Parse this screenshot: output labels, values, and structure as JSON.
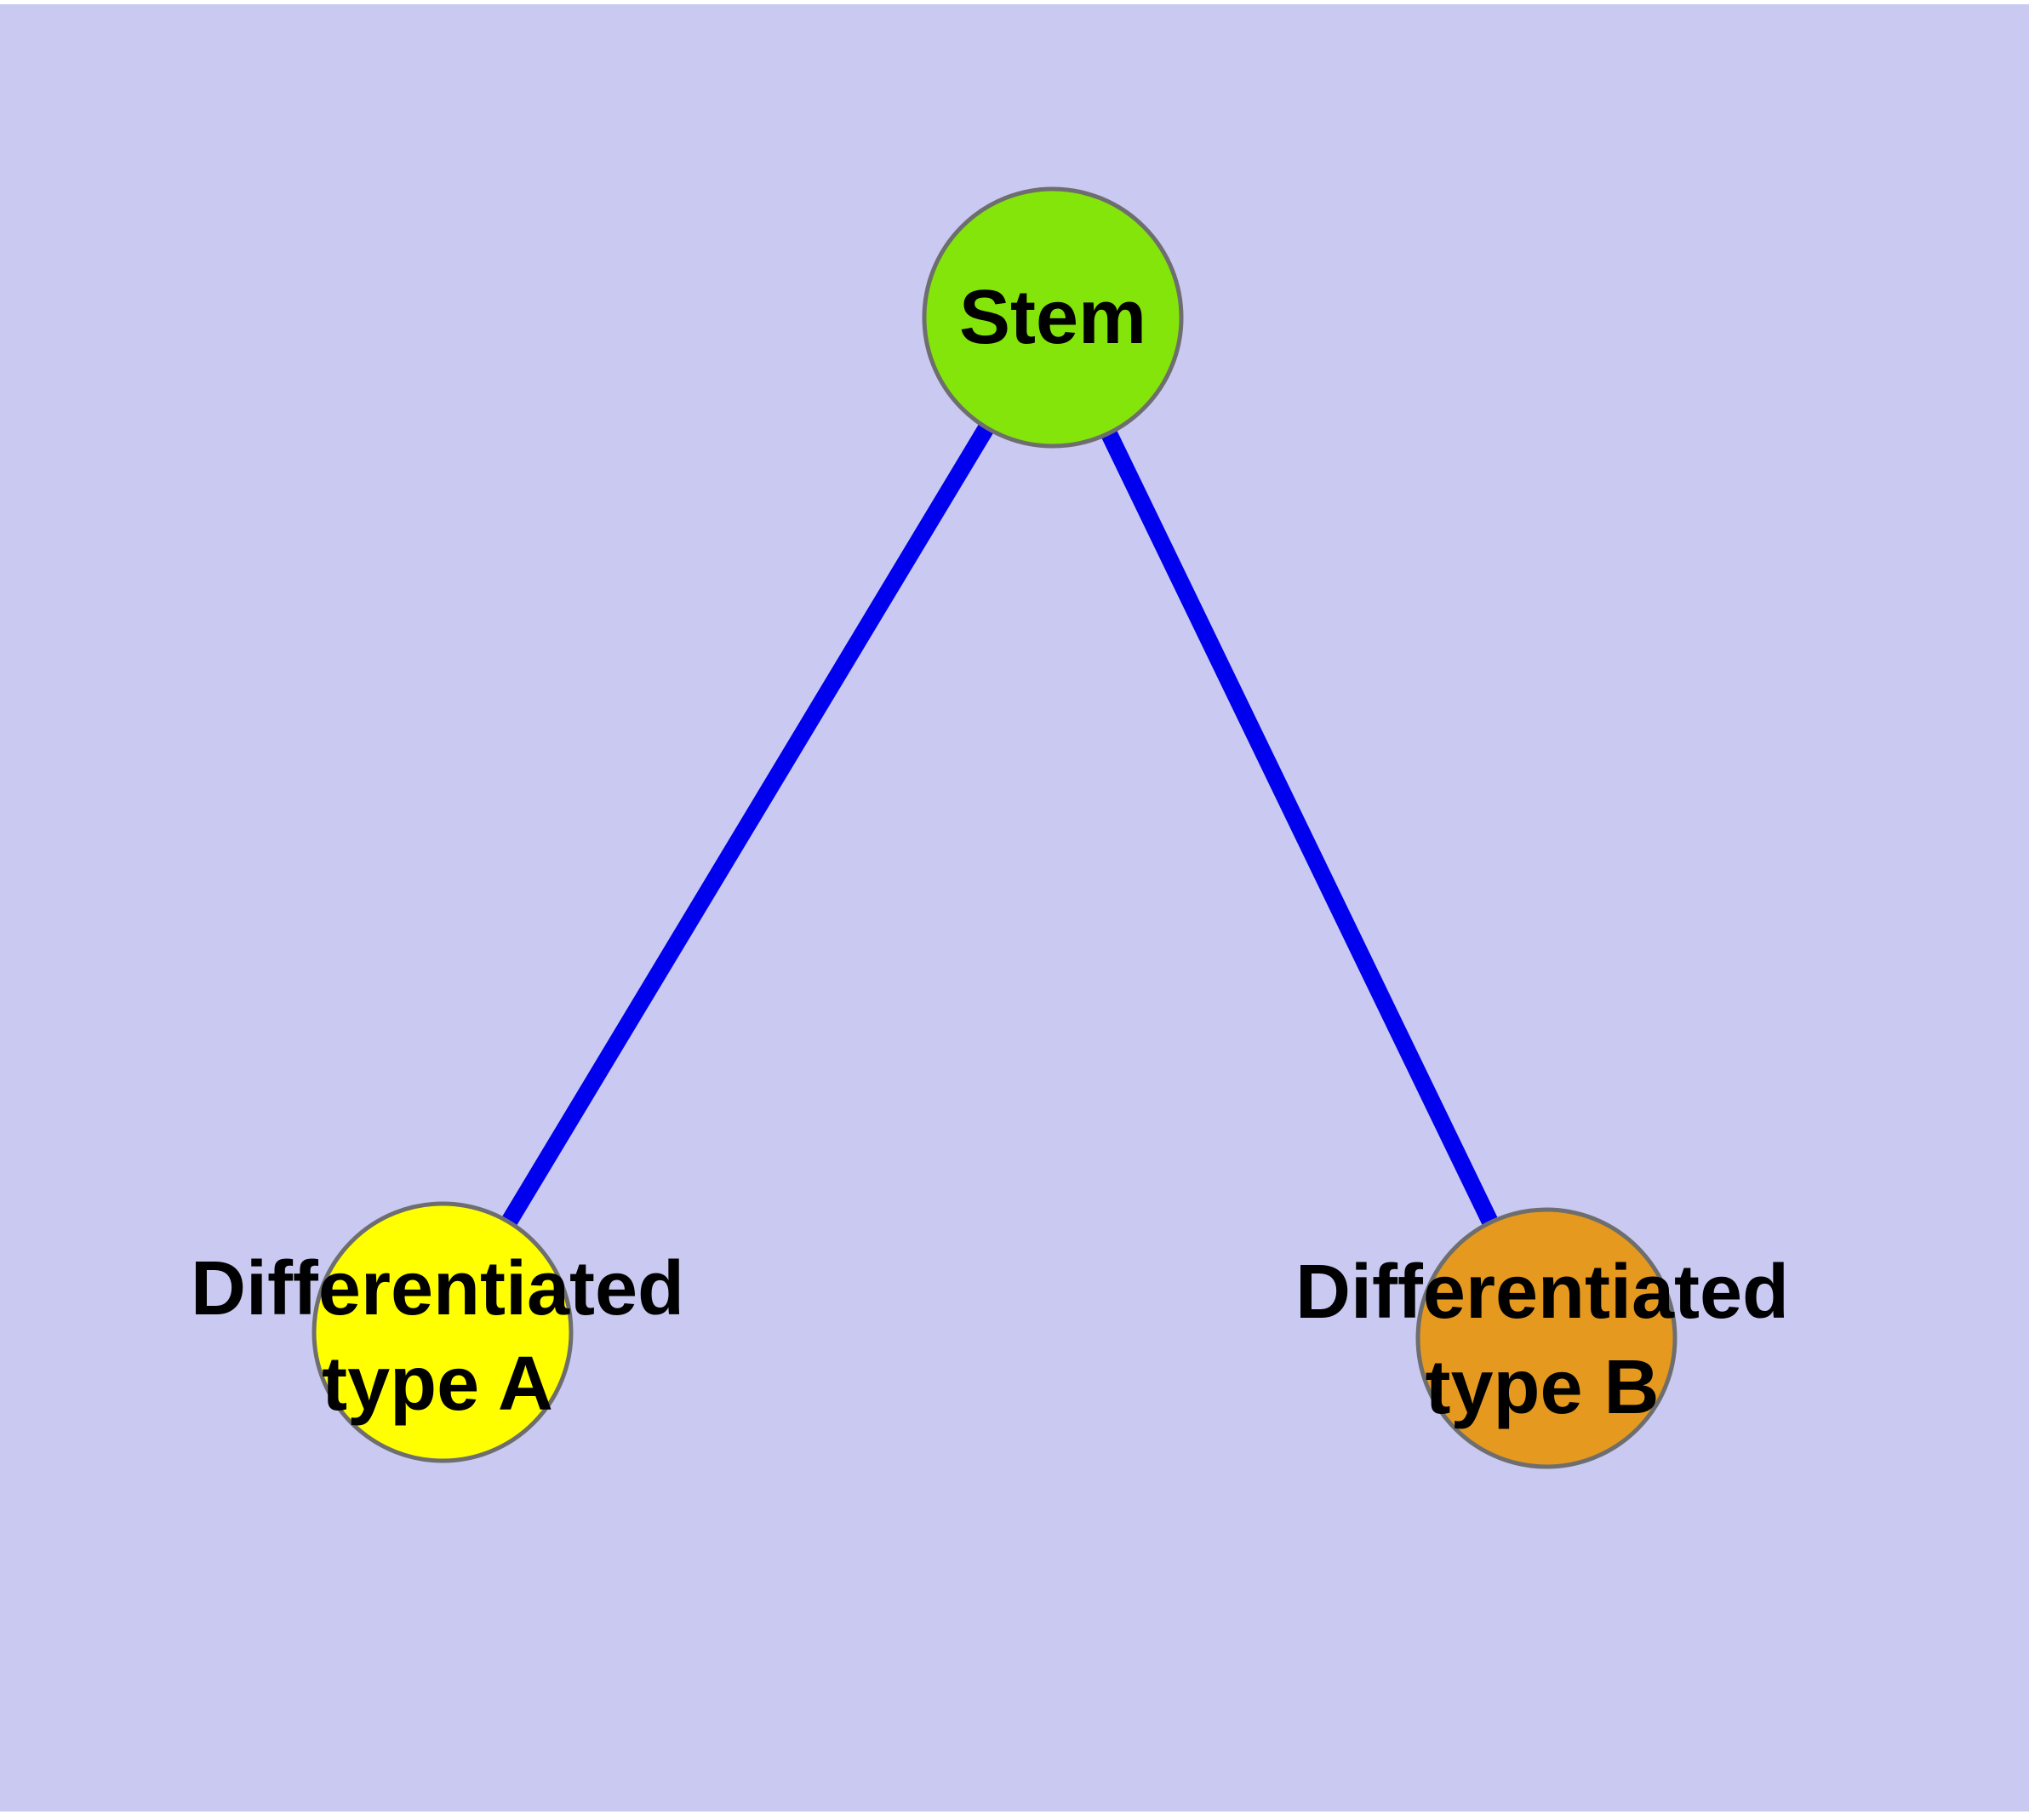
{
  "diagram": {
    "type": "graph",
    "colors": {
      "page_margin": "#FFFFFF",
      "background": "#C9C9F2",
      "edge": "#0000EE",
      "node_border": "#6E6E6E",
      "text": "#000000"
    },
    "nodes": {
      "stem": {
        "label": "Stem",
        "color": "#83E509"
      },
      "type_a": {
        "label": "Differentiated type A",
        "label_line1": "Differentiated",
        "label_line2": "type A",
        "color": "#FFFF00"
      },
      "type_b": {
        "label": "Differentiated type B",
        "label_line1": "Differentiated",
        "label_line2": "type B",
        "color": "#E6991F"
      }
    },
    "edges": [
      {
        "from": "Stem",
        "to": "Differentiated type A"
      },
      {
        "from": "Stem",
        "to": "Differentiated type B"
      }
    ]
  }
}
